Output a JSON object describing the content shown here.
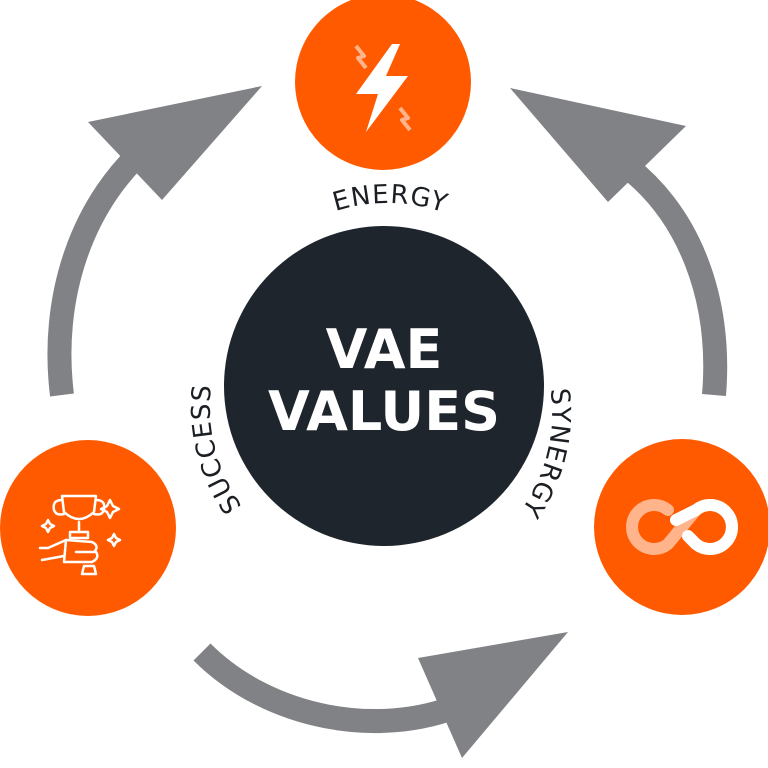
{
  "center": {
    "line1": "VAE",
    "line2": "VALUES"
  },
  "values": [
    {
      "label": "ENERGY",
      "icon": "lightning-icon"
    },
    {
      "label": "SYNERGY",
      "icon": "infinity-link-icon"
    },
    {
      "label": "SUCCESS",
      "icon": "trophy-hand-icon"
    }
  ],
  "colors": {
    "accent": "#FF5A00",
    "center": "#1F252C",
    "arrow": "#808285",
    "white": "#FFFFFF"
  }
}
